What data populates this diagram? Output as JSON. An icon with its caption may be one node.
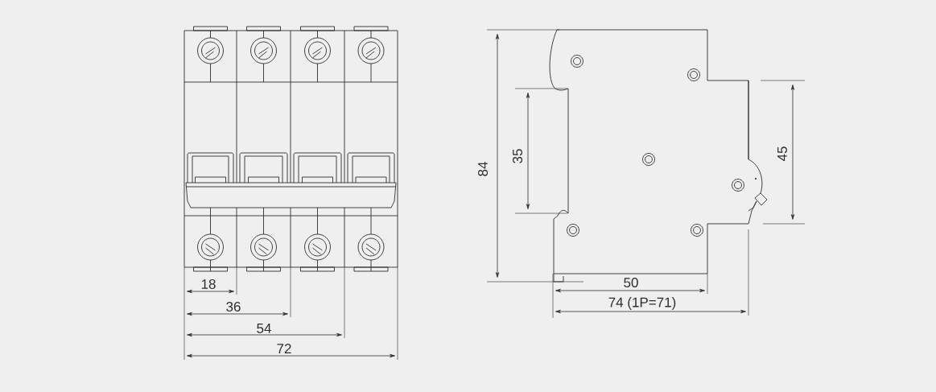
{
  "diagram": {
    "labels": [
      "18",
      "36",
      "54",
      "72",
      "84",
      "35",
      "45",
      "50",
      "74 (1P=71)"
    ]
  }
}
